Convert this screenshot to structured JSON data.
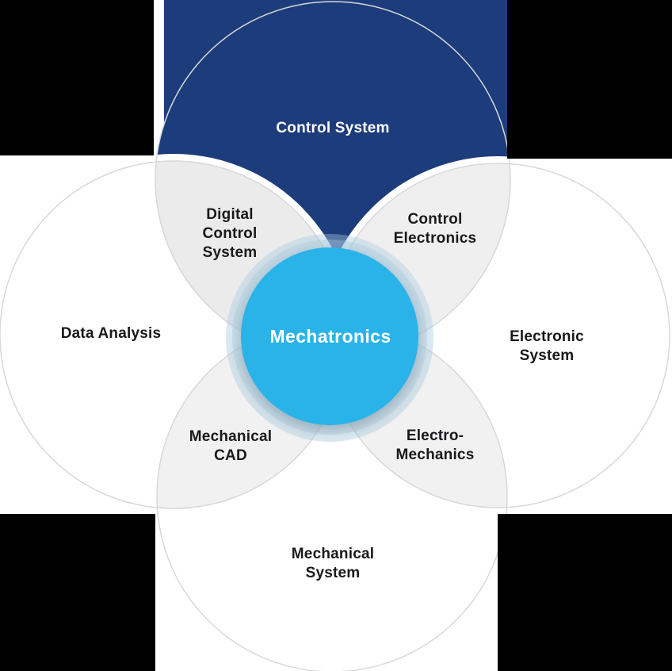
{
  "diagram": {
    "center": {
      "label": "Mechatronics"
    },
    "circles": {
      "top": {
        "label": "Control System"
      },
      "left": {
        "label": "Data Analysis"
      },
      "right": {
        "lines": [
          "Electronic",
          "System"
        ]
      },
      "bottom": {
        "lines": [
          "Mechanical",
          "System"
        ]
      }
    },
    "overlaps": {
      "top_left": {
        "lines": [
          "Digital",
          "Control",
          "System"
        ]
      },
      "top_right": {
        "lines": [
          "Control",
          "Electronics"
        ]
      },
      "bottom_left": {
        "lines": [
          "Mechanical",
          "CAD"
        ]
      },
      "bottom_right": {
        "lines": [
          "Electro-",
          "Mechanics"
        ]
      }
    },
    "colors": {
      "background": "#000000",
      "top_circle_fill": "#1d3c7b",
      "center_fill": "#29b3e8",
      "halo": "#a8cae0",
      "overlap_fill_top_left": "#ebebeb",
      "overlap_fill_top_right": "#efefef",
      "overlap_fill_bottom_left": "#f1f1f1",
      "overlap_fill_bottom_right": "#f1f1f2",
      "circle_outline": "#d6d8da",
      "label_dark": "#19191b",
      "label_light": "#ffffff"
    }
  }
}
